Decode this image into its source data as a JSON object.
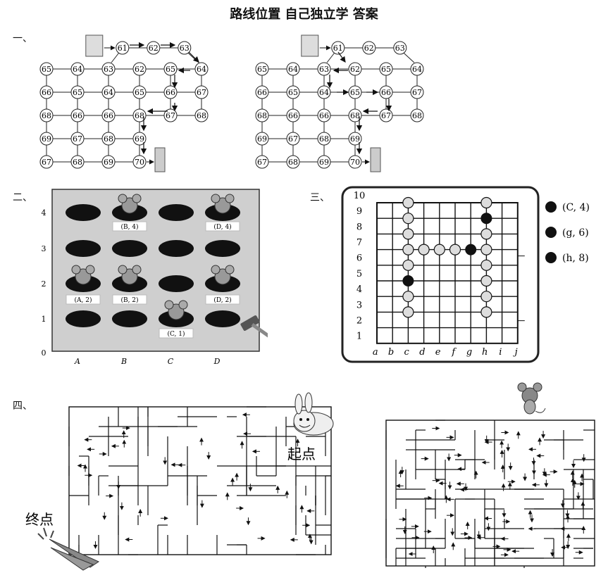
{
  "title": "路线位置 自己独立学 答案",
  "sections": {
    "s1": "一、",
    "s2": "二、",
    "s3": "三、",
    "s4": "四、"
  },
  "grid_numbers": {
    "top": [
      "61",
      "62",
      "63"
    ],
    "rows": [
      [
        "65",
        "64",
        "63",
        "62",
        "65",
        "64"
      ],
      [
        "66",
        "65",
        "64",
        "65",
        "66",
        "67"
      ],
      [
        "68",
        "66",
        "66",
        "68",
        "67",
        "68"
      ],
      [
        "69",
        "67",
        "68",
        "69"
      ],
      [
        "67",
        "68",
        "69",
        "70"
      ]
    ]
  },
  "mole_board": {
    "y_ticks": [
      "4",
      "3",
      "2",
      "1",
      "0"
    ],
    "x_ticks": [
      "A",
      "B",
      "C",
      "D"
    ],
    "labels": [
      "(B, 4)",
      "(D, 4)",
      "(A, 2)",
      "(B, 2)",
      "(D, 2)",
      "(C, 1)"
    ]
  },
  "go_board": {
    "y_ticks": [
      "10",
      "9",
      "8",
      "7",
      "6",
      "5",
      "4",
      "3",
      "2",
      "1"
    ],
    "x_ticks": [
      "a",
      "b",
      "c",
      "d",
      "e",
      "f",
      "g",
      "h",
      "i",
      "j"
    ],
    "legend": [
      "(C, 4)",
      "(g, 6)",
      "(h, 8)"
    ]
  },
  "maze": {
    "start_label": "起点",
    "end_label": "终点"
  }
}
